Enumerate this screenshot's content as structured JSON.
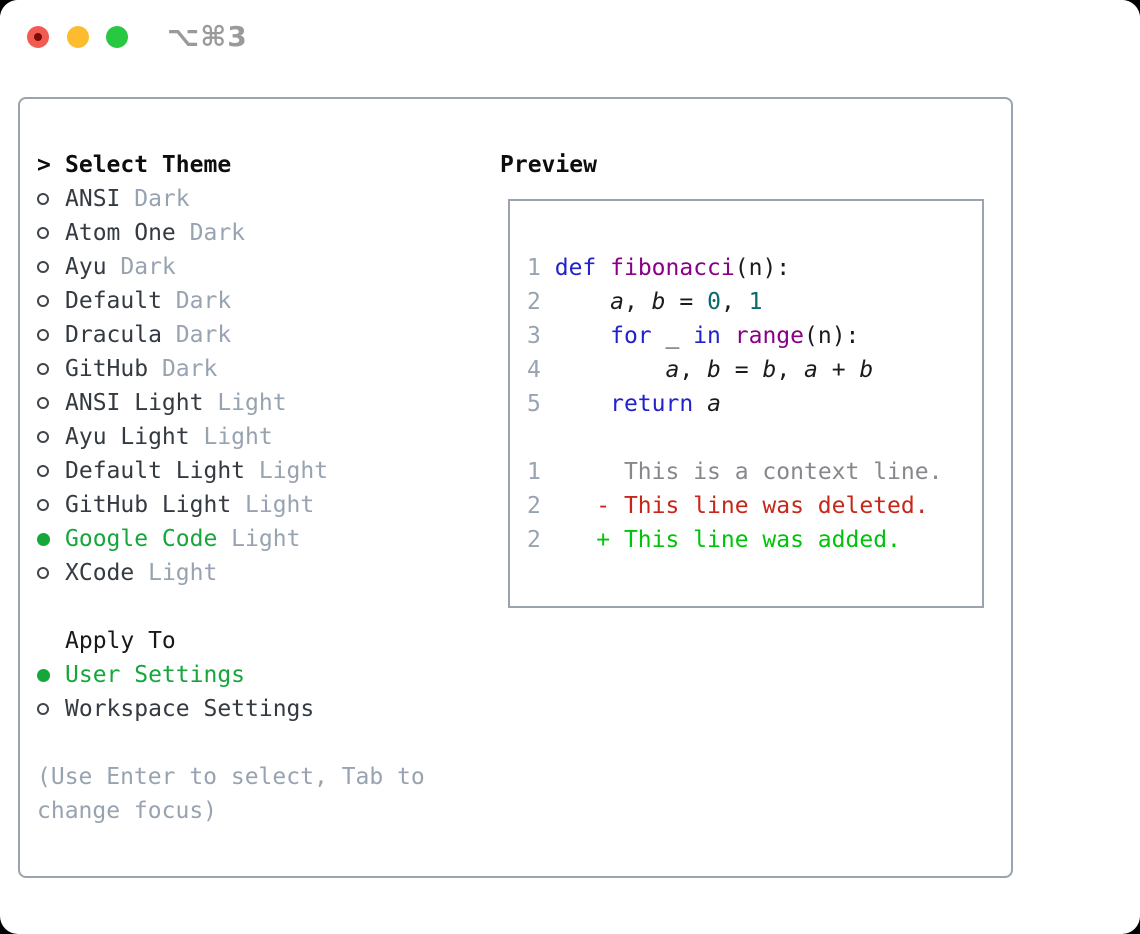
{
  "window": {
    "title": "⌥⌘3"
  },
  "theme_picker": {
    "prompt": ">",
    "header": "Select Theme",
    "themes": [
      {
        "name": "ANSI",
        "variant": "Dark",
        "selected": false
      },
      {
        "name": "Atom One",
        "variant": "Dark",
        "selected": false
      },
      {
        "name": "Ayu",
        "variant": "Dark",
        "selected": false
      },
      {
        "name": "Default",
        "variant": "Dark",
        "selected": false
      },
      {
        "name": "Dracula",
        "variant": "Dark",
        "selected": false
      },
      {
        "name": "GitHub",
        "variant": "Dark",
        "selected": false
      },
      {
        "name": "ANSI Light",
        "variant": "Light",
        "selected": false
      },
      {
        "name": "Ayu Light",
        "variant": "Light",
        "selected": false
      },
      {
        "name": "Default Light",
        "variant": "Light",
        "selected": false
      },
      {
        "name": "GitHub Light",
        "variant": "Light",
        "selected": false
      },
      {
        "name": "Google Code",
        "variant": "Light",
        "selected": true
      },
      {
        "name": "XCode",
        "variant": "Light",
        "selected": false
      }
    ],
    "apply_to": {
      "header": "Apply To",
      "options": [
        {
          "label": "User Settings",
          "selected": true
        },
        {
          "label": "Workspace Settings",
          "selected": false
        }
      ]
    },
    "hint": "(Use Enter to select, Tab to change focus)"
  },
  "preview": {
    "header": "Preview",
    "lines": [
      {
        "tokens": [
          [
            "num",
            "1"
          ],
          [
            "pln",
            " "
          ],
          [
            "kwd",
            "def"
          ],
          [
            "pln",
            " "
          ],
          [
            "fn",
            "fibonacci"
          ],
          [
            "pln",
            "(n):"
          ]
        ]
      },
      {
        "tokens": [
          [
            "num",
            "2"
          ],
          [
            "pln",
            "     "
          ],
          [
            "var",
            "a"
          ],
          [
            "pln",
            ", "
          ],
          [
            "var",
            "b"
          ],
          [
            "pln",
            " = "
          ],
          [
            "lit",
            "0"
          ],
          [
            "pln",
            ", "
          ],
          [
            "lit",
            "1"
          ]
        ]
      },
      {
        "tokens": [
          [
            "num",
            "3"
          ],
          [
            "pln",
            "     "
          ],
          [
            "kwd",
            "for"
          ],
          [
            "pln",
            " _ "
          ],
          [
            "kwd",
            "in"
          ],
          [
            "pln",
            " "
          ],
          [
            "fn",
            "range"
          ],
          [
            "pln",
            "(n):"
          ]
        ]
      },
      {
        "tokens": [
          [
            "num",
            "4"
          ],
          [
            "pln",
            "         "
          ],
          [
            "var",
            "a"
          ],
          [
            "pln",
            ", "
          ],
          [
            "var",
            "b"
          ],
          [
            "pln",
            " = "
          ],
          [
            "var",
            "b"
          ],
          [
            "pln",
            ", "
          ],
          [
            "var",
            "a"
          ],
          [
            "pln",
            " + "
          ],
          [
            "var",
            "b"
          ]
        ]
      },
      {
        "tokens": [
          [
            "num",
            "5"
          ],
          [
            "pln",
            "     "
          ],
          [
            "kwd",
            "return"
          ],
          [
            "pln",
            " "
          ],
          [
            "var",
            "a"
          ]
        ]
      },
      {
        "tokens": []
      },
      {
        "tokens": [
          [
            "num",
            "1"
          ],
          [
            "pln",
            "      "
          ],
          [
            "ctx",
            "This is a context line."
          ]
        ]
      },
      {
        "tokens": [
          [
            "num",
            "2"
          ],
          [
            "pln",
            "    "
          ],
          [
            "del",
            "- This line was deleted."
          ]
        ]
      },
      {
        "tokens": [
          [
            "num",
            "2"
          ],
          [
            "pln",
            "    "
          ],
          [
            "add",
            "+ This line was added."
          ]
        ]
      }
    ]
  },
  "colors": {
    "accent_green": "#16a63c",
    "diff_added": "#00c30a",
    "diff_removed": "#c5281a",
    "syntax_keyword": "#2222cc",
    "syntax_function": "#880088",
    "syntax_literal": "#0a6a6a",
    "muted_gray": "#98a3b1",
    "border_gray": "#9aa3af"
  }
}
